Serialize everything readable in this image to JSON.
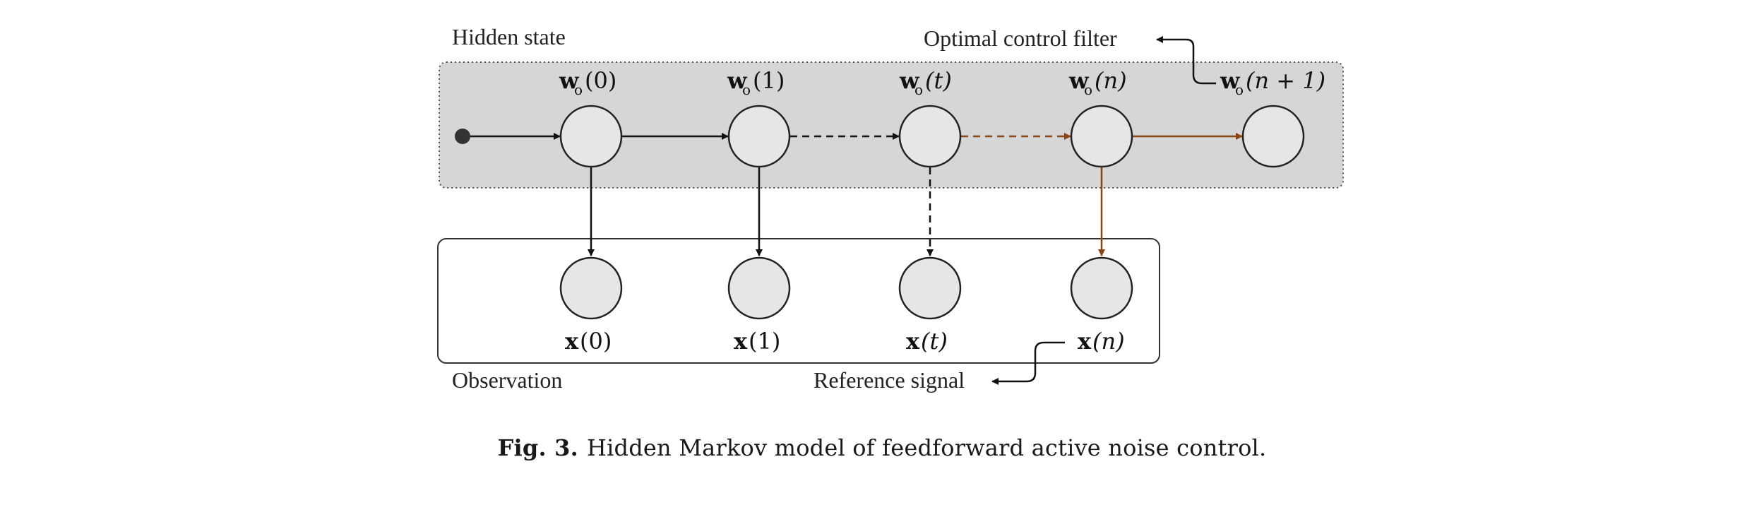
{
  "regions": {
    "hidden_state": "Hidden state",
    "observation": "Observation"
  },
  "annotations": {
    "optimal_control_filter": "Optimal control filter",
    "reference_signal": "Reference signal"
  },
  "hidden_nodes": [
    {
      "var": "w",
      "sub": "o",
      "arg": "(0)"
    },
    {
      "var": "w",
      "sub": "o",
      "arg": "(1)"
    },
    {
      "var": "w",
      "sub": "o",
      "arg": "(t)"
    },
    {
      "var": "w",
      "sub": "o",
      "arg": "(n)"
    },
    {
      "var": "w",
      "sub": "o",
      "arg": "(n + 1)"
    }
  ],
  "observation_nodes": [
    {
      "var": "x",
      "arg": "(0)"
    },
    {
      "var": "x",
      "arg": "(1)"
    },
    {
      "var": "x",
      "arg": "(t)"
    },
    {
      "var": "x",
      "arg": "(n)"
    }
  ],
  "caption": {
    "label": "Fig. 3.",
    "text": "Hidden Markov model of feedforward active noise control."
  },
  "colors": {
    "node_fill": "#e6e6e6",
    "hidden_region": "#d6d6d6",
    "edge": "#111111",
    "highlight_edge": "#8b4513"
  }
}
